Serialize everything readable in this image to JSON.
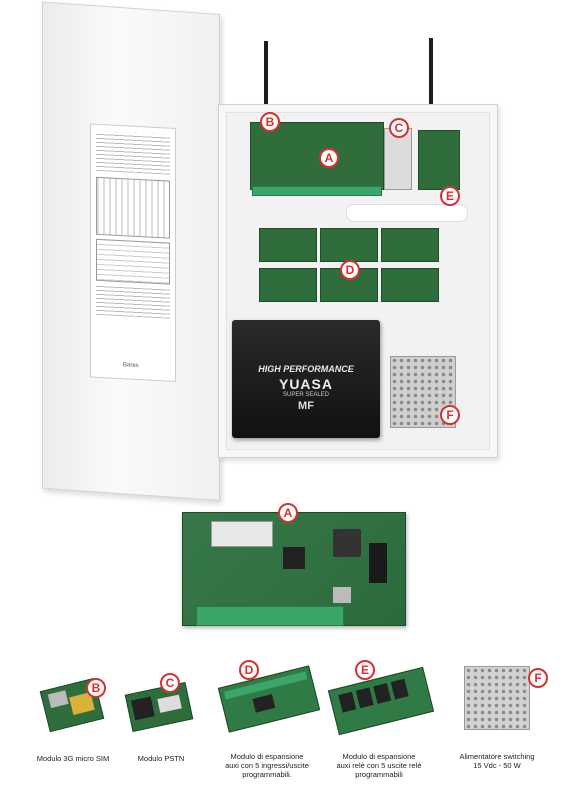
{
  "badges": {
    "a": "A",
    "b": "B",
    "c": "C",
    "d": "D",
    "e": "E",
    "f": "F"
  },
  "battery": {
    "brand_line": "HIGH PERFORMANCE",
    "brand": "YUASA",
    "subtitle": "SUPER SEALED",
    "mark": "MF"
  },
  "manual_logo": "Bares",
  "captions": [
    {
      "lines": [
        "Modulo 3G micro SIM"
      ]
    },
    {
      "lines": [
        "Modulo PSTN"
      ]
    },
    {
      "lines": [
        "Modulo di espansione",
        "auxi con 5 ingressi/uscite",
        "programmabili."
      ]
    },
    {
      "lines": [
        "Modulo di espansione",
        "auxi relè con 5 uscite relè",
        "programmabili"
      ]
    },
    {
      "lines": [
        "Alimentatore switching",
        "15 Vdc - 50 W"
      ]
    }
  ],
  "colors": {
    "badge": "#d8302f",
    "pcb": "#2f6e3c",
    "terminal": "#3aa66a",
    "enclosure": "#f4f4f4"
  }
}
